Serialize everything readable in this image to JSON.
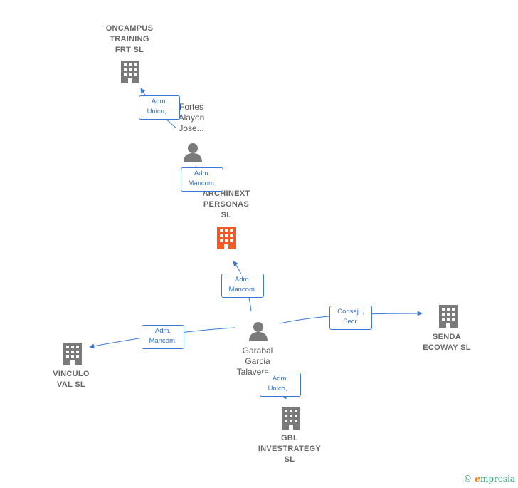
{
  "colors": {
    "edge": "#3a78d6",
    "company": "#7a7a7a",
    "company_highlight": "#f05a28",
    "person": "#7a7a7a"
  },
  "nodes": {
    "oncampus": {
      "label": "ONCAMPUS\nTRAINING\nFRT  SL",
      "icon": "building-icon"
    },
    "fortes": {
      "label": "Fortes\nAlayon\nJose...",
      "icon": "person-icon"
    },
    "archinext": {
      "label": "ARCHINEXT\nPERSONAS\nSL",
      "icon": "building-icon"
    },
    "garabal": {
      "label": "Garabal\nGarcia\nTalavera ...",
      "icon": "person-icon"
    },
    "senda": {
      "label": "SENDA\nECOWAY  SL",
      "icon": "building-icon"
    },
    "vinculo": {
      "label": "VINCULO\nVAL  SL",
      "icon": "building-icon"
    },
    "gbl": {
      "label": "GBL\nINVESTRATEGY\nSL",
      "icon": "building-icon"
    }
  },
  "edges": {
    "fortes_oncampus": "Adm.\nUnico,...",
    "fortes_archinext": "Adm.\nMancom.",
    "garabal_archinext": "Adm.\nMancom.",
    "garabal_senda": "Consej. ,\nSecr.",
    "garabal_vinculo": "Adm.\nMancom.",
    "garabal_gbl": "Adm.\nUnico,..."
  },
  "footer": {
    "copyright": "©",
    "brand_initial": "e",
    "brand_rest": "mpresia"
  }
}
